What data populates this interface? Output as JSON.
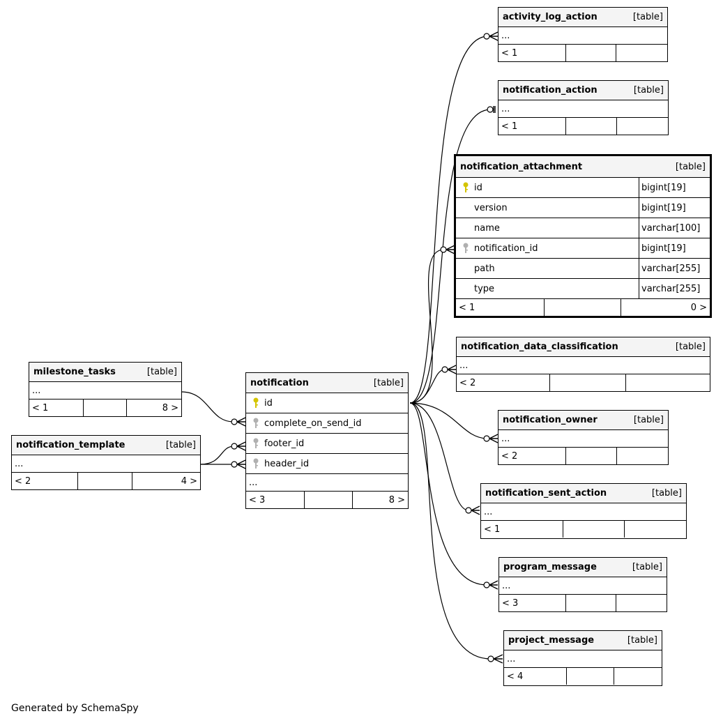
{
  "diagram": {
    "generated_by": "Generated by SchemaSpy",
    "tables": {
      "activity_log_action": {
        "name": "activity_log_action",
        "kind": "[table]",
        "ellipsis": "...",
        "foot": [
          "< 1",
          "",
          ""
        ]
      },
      "notification_action": {
        "name": "notification_action",
        "kind": "[table]",
        "ellipsis": "...",
        "foot": [
          "< 1",
          "",
          ""
        ]
      },
      "notification_attachment": {
        "name": "notification_attachment",
        "kind": "[table]",
        "columns": [
          {
            "name": "id",
            "type": "bigint[19]",
            "key": "primary"
          },
          {
            "name": "version",
            "type": "bigint[19]",
            "key": ""
          },
          {
            "name": "name",
            "type": "varchar[100]",
            "key": ""
          },
          {
            "name": "notification_id",
            "type": "bigint[19]",
            "key": "foreign"
          },
          {
            "name": "path",
            "type": "varchar[255]",
            "key": ""
          },
          {
            "name": "type",
            "type": "varchar[255]",
            "key": ""
          }
        ],
        "foot": [
          "< 1",
          "",
          "0 >"
        ]
      },
      "notification_data_classification": {
        "name": "notification_data_classification",
        "kind": "[table]",
        "ellipsis": "...",
        "foot": [
          "< 2",
          "",
          ""
        ]
      },
      "notification_owner": {
        "name": "notification_owner",
        "kind": "[table]",
        "ellipsis": "...",
        "foot": [
          "< 2",
          "",
          ""
        ]
      },
      "notification_sent_action": {
        "name": "notification_sent_action",
        "kind": "[table]",
        "ellipsis": "...",
        "foot": [
          "< 1",
          "",
          ""
        ]
      },
      "program_message": {
        "name": "program_message",
        "kind": "[table]",
        "ellipsis": "...",
        "foot": [
          "< 3",
          "",
          ""
        ]
      },
      "project_message": {
        "name": "project_message",
        "kind": "[table]",
        "ellipsis": "...",
        "foot": [
          "< 4",
          "",
          ""
        ]
      },
      "milestone_tasks": {
        "name": "milestone_tasks",
        "kind": "[table]",
        "ellipsis": "...",
        "foot": [
          "< 1",
          "",
          "8 >"
        ]
      },
      "notification_template": {
        "name": "notification_template",
        "kind": "[table]",
        "ellipsis": "...",
        "foot": [
          "< 2",
          "",
          "4 >"
        ]
      },
      "notification": {
        "name": "notification",
        "kind": "[table]",
        "columns": [
          {
            "name": "id",
            "key": "primary"
          },
          {
            "name": "complete_on_send_id",
            "key": "foreign"
          },
          {
            "name": "footer_id",
            "key": "foreign"
          },
          {
            "name": "header_id",
            "key": "foreign"
          }
        ],
        "ellipsis": "...",
        "foot": [
          "< 3",
          "",
          "8 >"
        ]
      }
    },
    "colors": {
      "primary_key": "#d4c400",
      "foreign_key": "#b0b0b0",
      "header_bg": "#f4f4f4",
      "line": "#000000"
    }
  }
}
